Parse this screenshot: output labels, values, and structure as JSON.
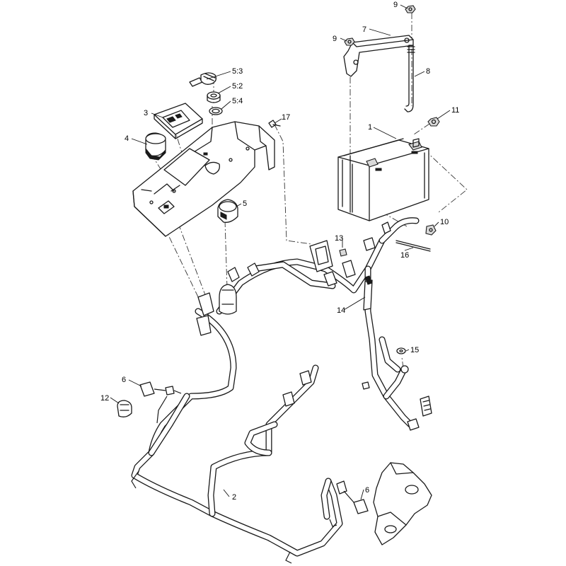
{
  "diagram": {
    "callouts": [
      {
        "id": "c-9a",
        "label": "9"
      },
      {
        "id": "c-7",
        "label": "7"
      },
      {
        "id": "c-9b",
        "label": "9"
      },
      {
        "id": "c-8",
        "label": "8"
      },
      {
        "id": "c-5-3",
        "label": "5:3"
      },
      {
        "id": "c-5-2",
        "label": "5:2"
      },
      {
        "id": "c-5-4",
        "label": "5:4"
      },
      {
        "id": "c-3",
        "label": "3"
      },
      {
        "id": "c-17",
        "label": "17"
      },
      {
        "id": "c-11",
        "label": "11"
      },
      {
        "id": "c-1",
        "label": "1"
      },
      {
        "id": "c-4",
        "label": "4"
      },
      {
        "id": "c-5",
        "label": "5"
      },
      {
        "id": "c-10",
        "label": "10"
      },
      {
        "id": "c-13",
        "label": "13"
      },
      {
        "id": "c-16",
        "label": "16"
      },
      {
        "id": "c-14",
        "label": "14"
      },
      {
        "id": "c-15",
        "label": "15"
      },
      {
        "id": "c-6a",
        "label": "6"
      },
      {
        "id": "c-12",
        "label": "12"
      },
      {
        "id": "c-2",
        "label": "2"
      },
      {
        "id": "c-6b",
        "label": "6"
      }
    ]
  }
}
